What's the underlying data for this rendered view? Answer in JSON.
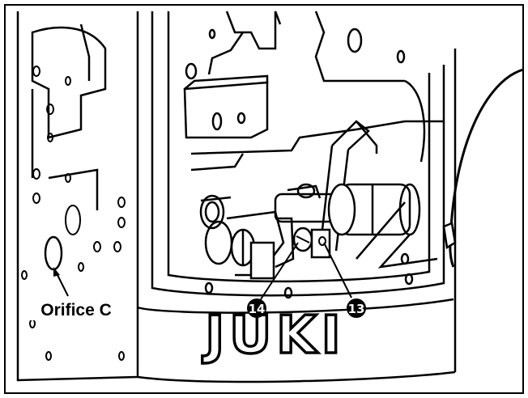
{
  "figure": {
    "frame_color": "#000000",
    "background_color": "#ffffff"
  },
  "labels": {
    "orifice": "Orifice C",
    "callout_13": "13",
    "callout_14": "14"
  },
  "brand": {
    "logo_text": "JUKI"
  }
}
